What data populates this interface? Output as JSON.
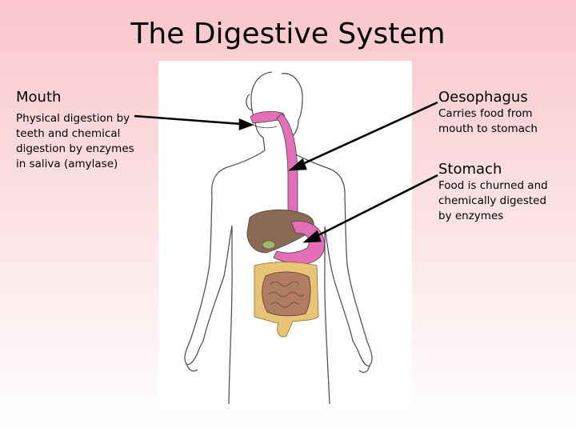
{
  "title": "The Digestive System",
  "labels": {
    "mouth": {
      "heading": "Mouth",
      "lines": [
        "Physical digestion by",
        "teeth and chemical",
        "digestion by enzymes",
        "in saliva (amylase)"
      ]
    },
    "oesophagus": {
      "heading": "Oesophagus",
      "lines": [
        "Carries food from",
        "mouth to stomach"
      ]
    },
    "stomach": {
      "heading": "Stomach",
      "lines": [
        "Food is churned and",
        "chemically digested",
        "by enzymes"
      ]
    }
  },
  "colors": {
    "background_top": "#f9c6cb",
    "background_bottom": "#ffffff",
    "tract": "#e46fb8",
    "liver": "#8b6a55",
    "large_intestine": "#e8c476",
    "small_intestine": "#b07c63",
    "arrow": "#000000"
  }
}
